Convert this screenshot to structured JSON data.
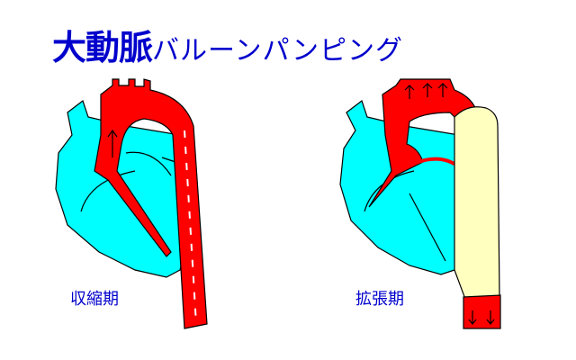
{
  "title": {
    "main": "大動脈",
    "sub": "バルーンパンピング"
  },
  "panels": [
    {
      "label": "収縮期",
      "state": "balloon-deflated"
    },
    {
      "label": "拡張期",
      "state": "balloon-inflated"
    }
  ],
  "colors": {
    "heart": "#00ffff",
    "aorta": "#ff0000",
    "balloon": "#ffffc0",
    "text": "#0000cc"
  }
}
